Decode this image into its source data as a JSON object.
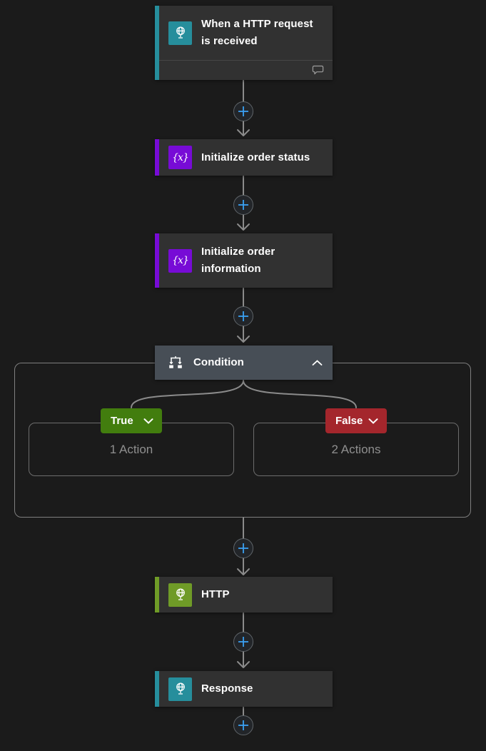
{
  "page": {
    "background_color": "#1b1b1b",
    "card_background_color": "#313131",
    "connector_color": "#8b8b8b",
    "plus_icon_color": "#3aa0f3"
  },
  "workflow": {
    "trigger": {
      "title": "When a HTTP request\nis received",
      "icon": "globe-request-icon",
      "accent_color": "#268e9c",
      "footer_icon": "comment-bubble-icon"
    },
    "actions": [
      {
        "id": "init-order-status",
        "title": "Initialize order status",
        "icon": "variable-icon",
        "icon_text": "{x}",
        "accent_color": "#770bd6"
      },
      {
        "id": "init-order-information",
        "title": "Initialize order\ninformation",
        "icon": "variable-icon",
        "icon_text": "{x}",
        "accent_color": "#770bd6"
      },
      {
        "id": "condition",
        "title": "Condition",
        "icon": "condition-branch-icon",
        "collapse_icon": "chevron-up-icon",
        "background_color": "#474e56"
      },
      {
        "id": "http",
        "title": "HTTP",
        "icon": "globe-icon",
        "accent_color": "#6f9b27"
      },
      {
        "id": "response",
        "title": "Response",
        "icon": "globe-response-icon",
        "accent_color": "#268e9c"
      }
    ],
    "condition_branches": [
      {
        "label": "True",
        "summary": "1 Action",
        "color": "#427d0e",
        "chevron": "chevron-down-icon"
      },
      {
        "label": "False",
        "summary": "2 Actions",
        "color": "#a4262c",
        "chevron": "chevron-down-icon"
      }
    ]
  }
}
